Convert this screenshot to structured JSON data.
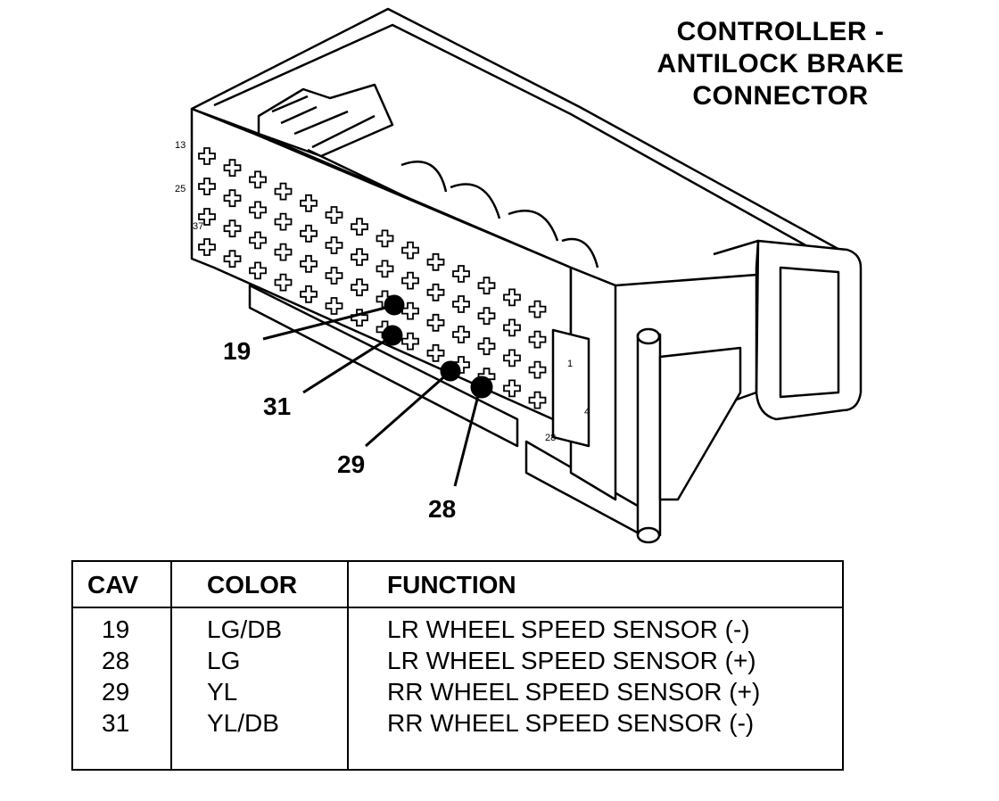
{
  "title": {
    "line1": "CONTROLLER -",
    "line2": "ANTILOCK BRAKE",
    "line3": "CONNECTOR"
  },
  "connector": {
    "cavity_labels": [
      "13",
      "25",
      "37",
      "1",
      "4",
      "28"
    ],
    "callouts": [
      "19",
      "31",
      "29",
      "28"
    ]
  },
  "table": {
    "headers": {
      "cav": "CAV",
      "color": "COLOR",
      "function": "FUNCTION"
    },
    "rows": [
      {
        "cav": "19",
        "color": "LG/DB",
        "function": "LR WHEEL SPEED SENSOR (-)"
      },
      {
        "cav": "28",
        "color": "LG",
        "function": "LR WHEEL SPEED SENSOR (+)"
      },
      {
        "cav": "29",
        "color": "YL",
        "function": "RR WHEEL SPEED SENSOR (+)"
      },
      {
        "cav": "31",
        "color": "YL/DB",
        "function": "RR WHEEL SPEED SENSOR (-)"
      }
    ]
  }
}
